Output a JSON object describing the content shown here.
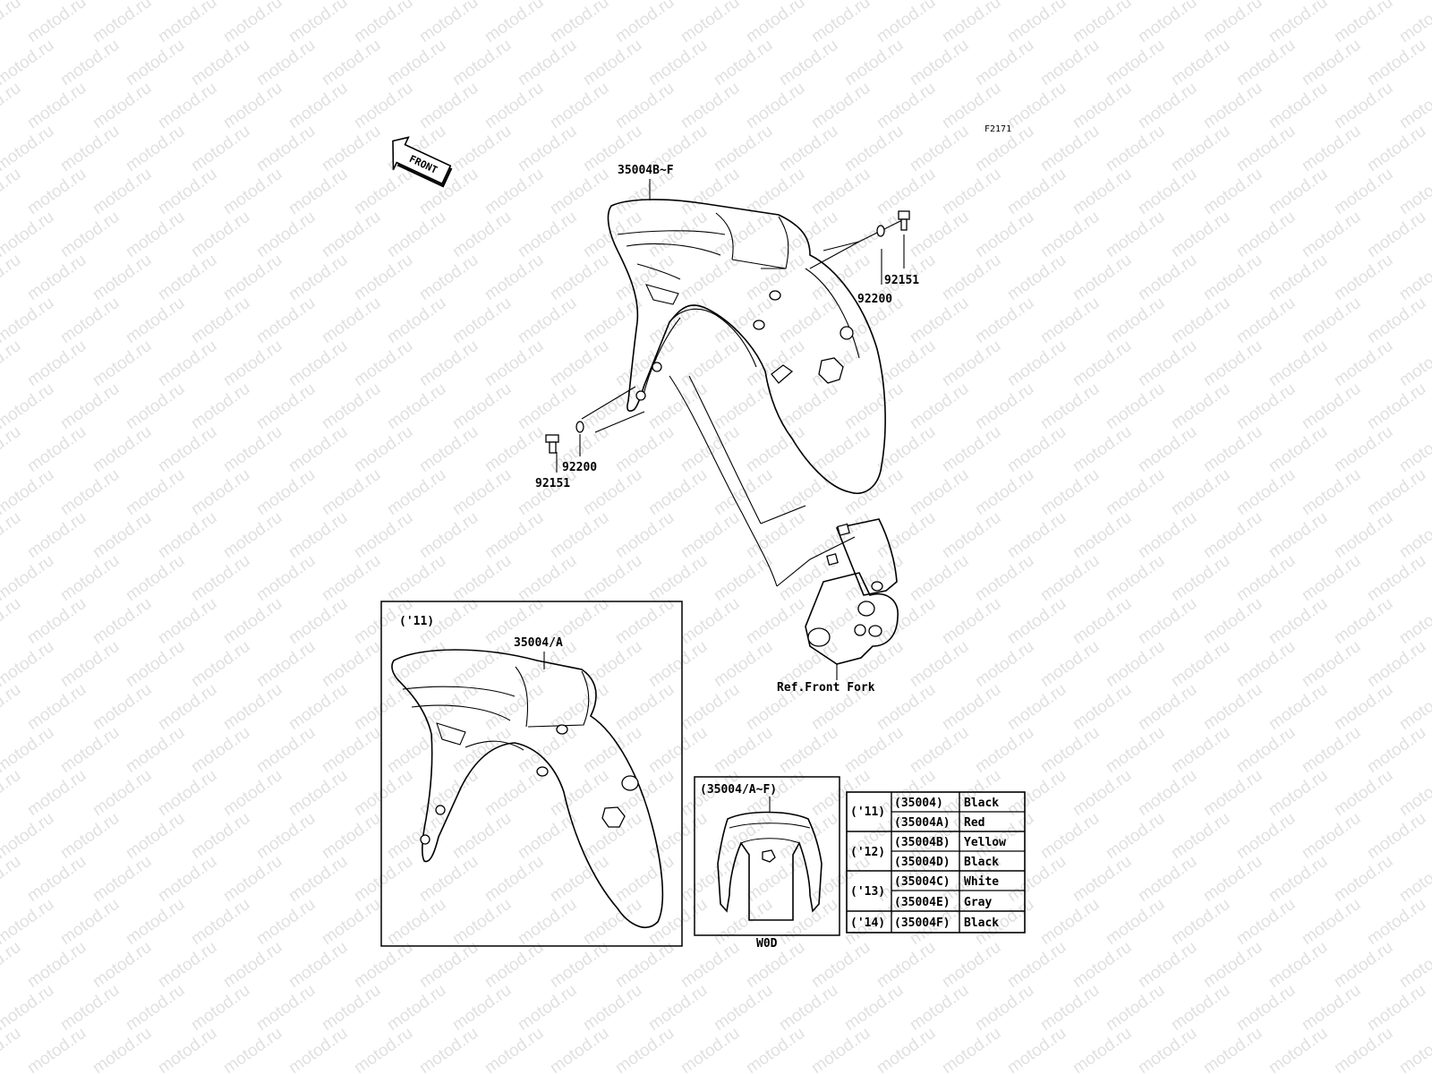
{
  "watermark": "motod.ru",
  "figure_code": "F2171",
  "front_label": "FRONT",
  "callouts": {
    "main_fender": "35004B~F",
    "bolt_right": "92151",
    "washer_right": "92200",
    "washer_left": "92200",
    "bolt_left": "92151",
    "ref_front_fork": "Ref.Front Fork"
  },
  "inset_2011": {
    "year": "('11)",
    "part": "35004/A"
  },
  "inset_rear_view": {
    "part": "(35004/A~F)",
    "caption": "W0D"
  },
  "color_table": {
    "groups": [
      {
        "year": "('11)",
        "rows": [
          {
            "part": "(35004)",
            "color": "Black"
          },
          {
            "part": "(35004A)",
            "color": "Red"
          }
        ]
      },
      {
        "year": "('12)",
        "rows": [
          {
            "part": "(35004B)",
            "color": "Yellow"
          },
          {
            "part": "(35004D)",
            "color": "Black"
          }
        ]
      },
      {
        "year": "('13)",
        "rows": [
          {
            "part": "(35004C)",
            "color": "White"
          },
          {
            "part": "(35004E)",
            "color": "Gray"
          }
        ]
      },
      {
        "year": "('14)",
        "rows": [
          {
            "part": "(35004F)",
            "color": "Black"
          }
        ]
      }
    ]
  }
}
